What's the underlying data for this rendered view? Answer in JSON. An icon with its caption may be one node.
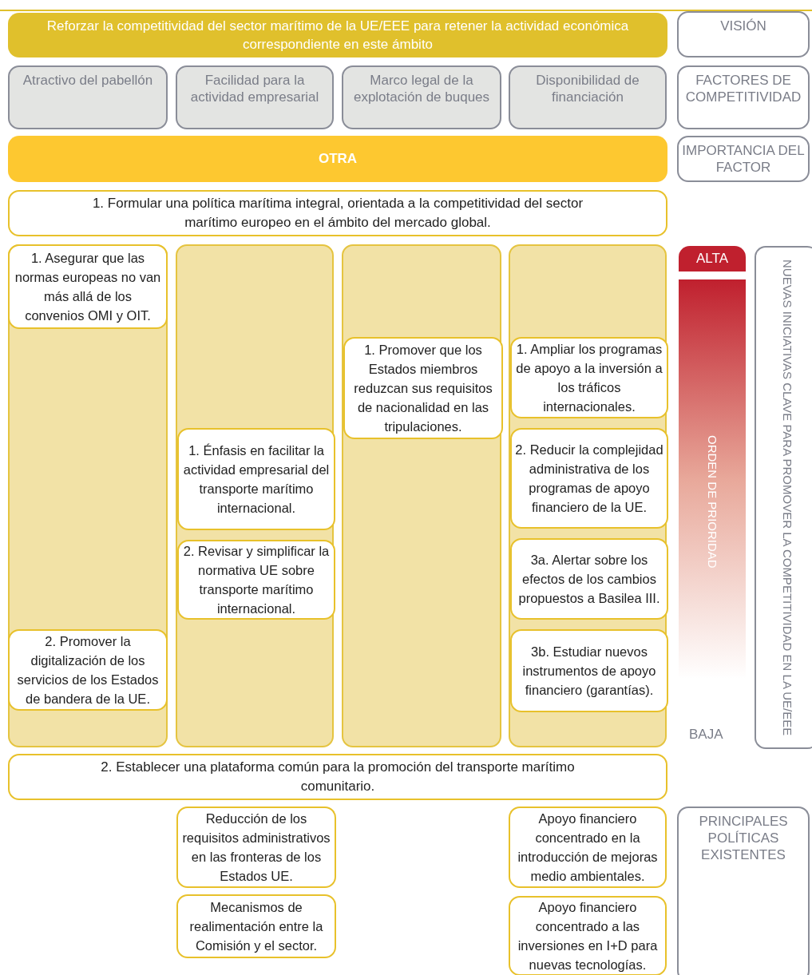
{
  "diagram": {
    "nodes": [
      {
        "text": [
          "Reforzar la competitividad del sector marítimo de la UE/EEE para retener la actividad económica correspondiente en este ámbito"
        ]
      },
      {
        "text": [
          "VISIÓN"
        ]
      },
      {
        "text": [
          "Atractivo del pabellón"
        ]
      },
      {
        "text": [
          "Facilidad para la actividad empresarial"
        ]
      },
      {
        "text": [
          "Marco legal de la explotación de buques"
        ]
      },
      {
        "text": [
          "Disponibilidad de financiación"
        ]
      },
      {
        "text": [
          "FACTORES DE COMPETITIVIDAD"
        ]
      },
      {
        "text": [
          "OTRA"
        ]
      },
      {
        "text": [
          "IMPORTANCIA DEL FACTOR"
        ]
      },
      {
        "text": [
          "1. Formular una política marítima integral, orientada a la competitividad del sector marítimo europeo en el ámbito del mercado global."
        ]
      },
      {
        "text": [],
        "shape": "box"
      },
      {
        "text": [],
        "shape": "box"
      },
      {
        "text": [],
        "shape": "box"
      },
      {
        "text": [],
        "shape": "box"
      },
      {
        "text": [
          "1. Asegurar que las normas europeas no van más allá de los convenios OMI y OIT."
        ],
        "in": 10
      },
      {
        "text": [
          "2. Promover la digitalización de los servicios de los Estados de bandera de la UE."
        ],
        "in": 10
      },
      {
        "text": [
          "1. Énfasis en facilitar la actividad empresarial del transporte marítimo internacional."
        ],
        "in": 11
      },
      {
        "text": [
          "2. Revisar y simplificar la normativa UE sobre transporte marítimo internacional."
        ],
        "in": 11
      },
      {
        "text": [
          "1. Promover que los Estados miembros reduzcan sus requisitos de nacionalidad en las tripulaciones."
        ],
        "in": 12
      },
      {
        "text": [
          "1. Ampliar los programas de apoyo a la inversión a los tráficos internacionales."
        ],
        "in": 13
      },
      {
        "text": [
          "2. Reducir la complejidad administrativa de los programas de apoyo financiero de la UE."
        ],
        "in": 13
      },
      {
        "text": [
          "3a. Alertar sobre los efectos de los cambios propuestos a Basilea III."
        ],
        "in": 13
      },
      {
        "text": [
          "3b. Estudiar nuevos instrumentos de apoyo financiero (garantías)."
        ],
        "in": 13
      },
      {
        "text": [
          "ALTA"
        ]
      },
      {
        "text": [
          "ORDEN DE PRIORIDAD"
        ]
      },
      {
        "text": [
          "NUEVAS INICIATIVAS CLAVE PARA PROMOVER LA COMPETITIVIDAD EN LA UE/EEE"
        ]
      },
      {
        "text": [
          "2. Establecer una plataforma común para la promoción del transporte marítimo comunitario."
        ]
      },
      {
        "text": [
          "Reducción de los requisitos administrativos en las fronteras de los Estados UE."
        ]
      },
      {
        "text": [
          "Mecanismos de realimentación entre la Comisión y el sector."
        ]
      },
      {
        "text": [
          "Apoyo financiero concentrado en la introducción de mejoras medio ambientales."
        ]
      },
      {
        "text": [
          "Apoyo financiero concentrado a las inversiones en I+D para nuevas tecnologías."
        ]
      },
      {
        "text": [
          "PRINCIPALES POLÍTICAS EXISTENTES"
        ]
      }
    ],
    "labels": [
      "BAJA"
    ]
  }
}
